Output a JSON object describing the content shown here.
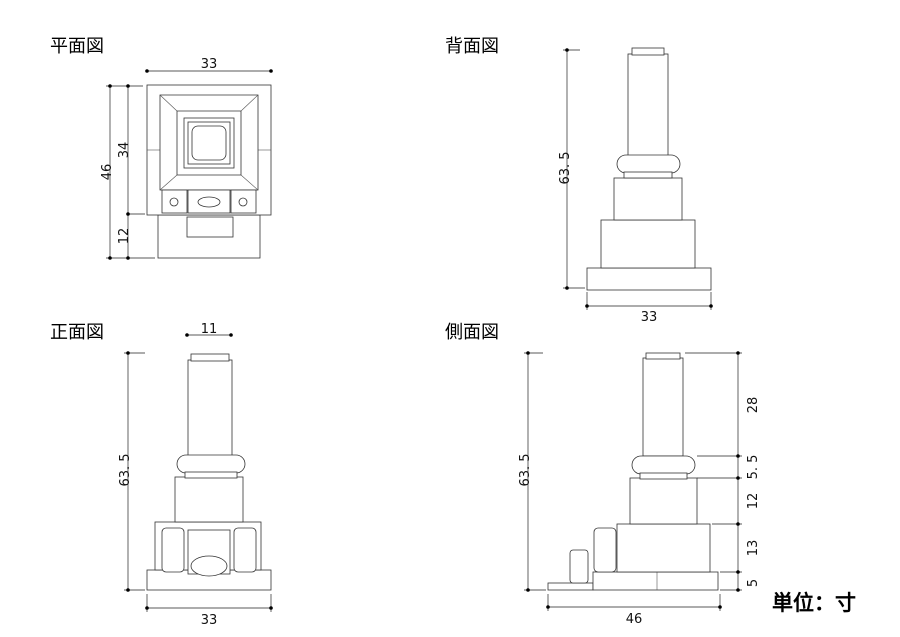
{
  "views": {
    "plan": {
      "title": "平面図",
      "dims": {
        "width": "33",
        "total_depth": "46",
        "upper_depth": "34",
        "lower_depth": "12"
      }
    },
    "back": {
      "title": "背面図",
      "dims": {
        "height": "63. 5",
        "width": "33"
      }
    },
    "front": {
      "title": "正面図",
      "dims": {
        "column_width": "11",
        "height": "63. 5",
        "width": "33"
      }
    },
    "side": {
      "title": "側面図",
      "dims": {
        "height": "63. 5",
        "column": "28",
        "ring": "5. 5",
        "upper_block": "12",
        "middle_block": "13",
        "base": "5",
        "width": "46"
      }
    }
  },
  "unit_label": "単位：寸"
}
